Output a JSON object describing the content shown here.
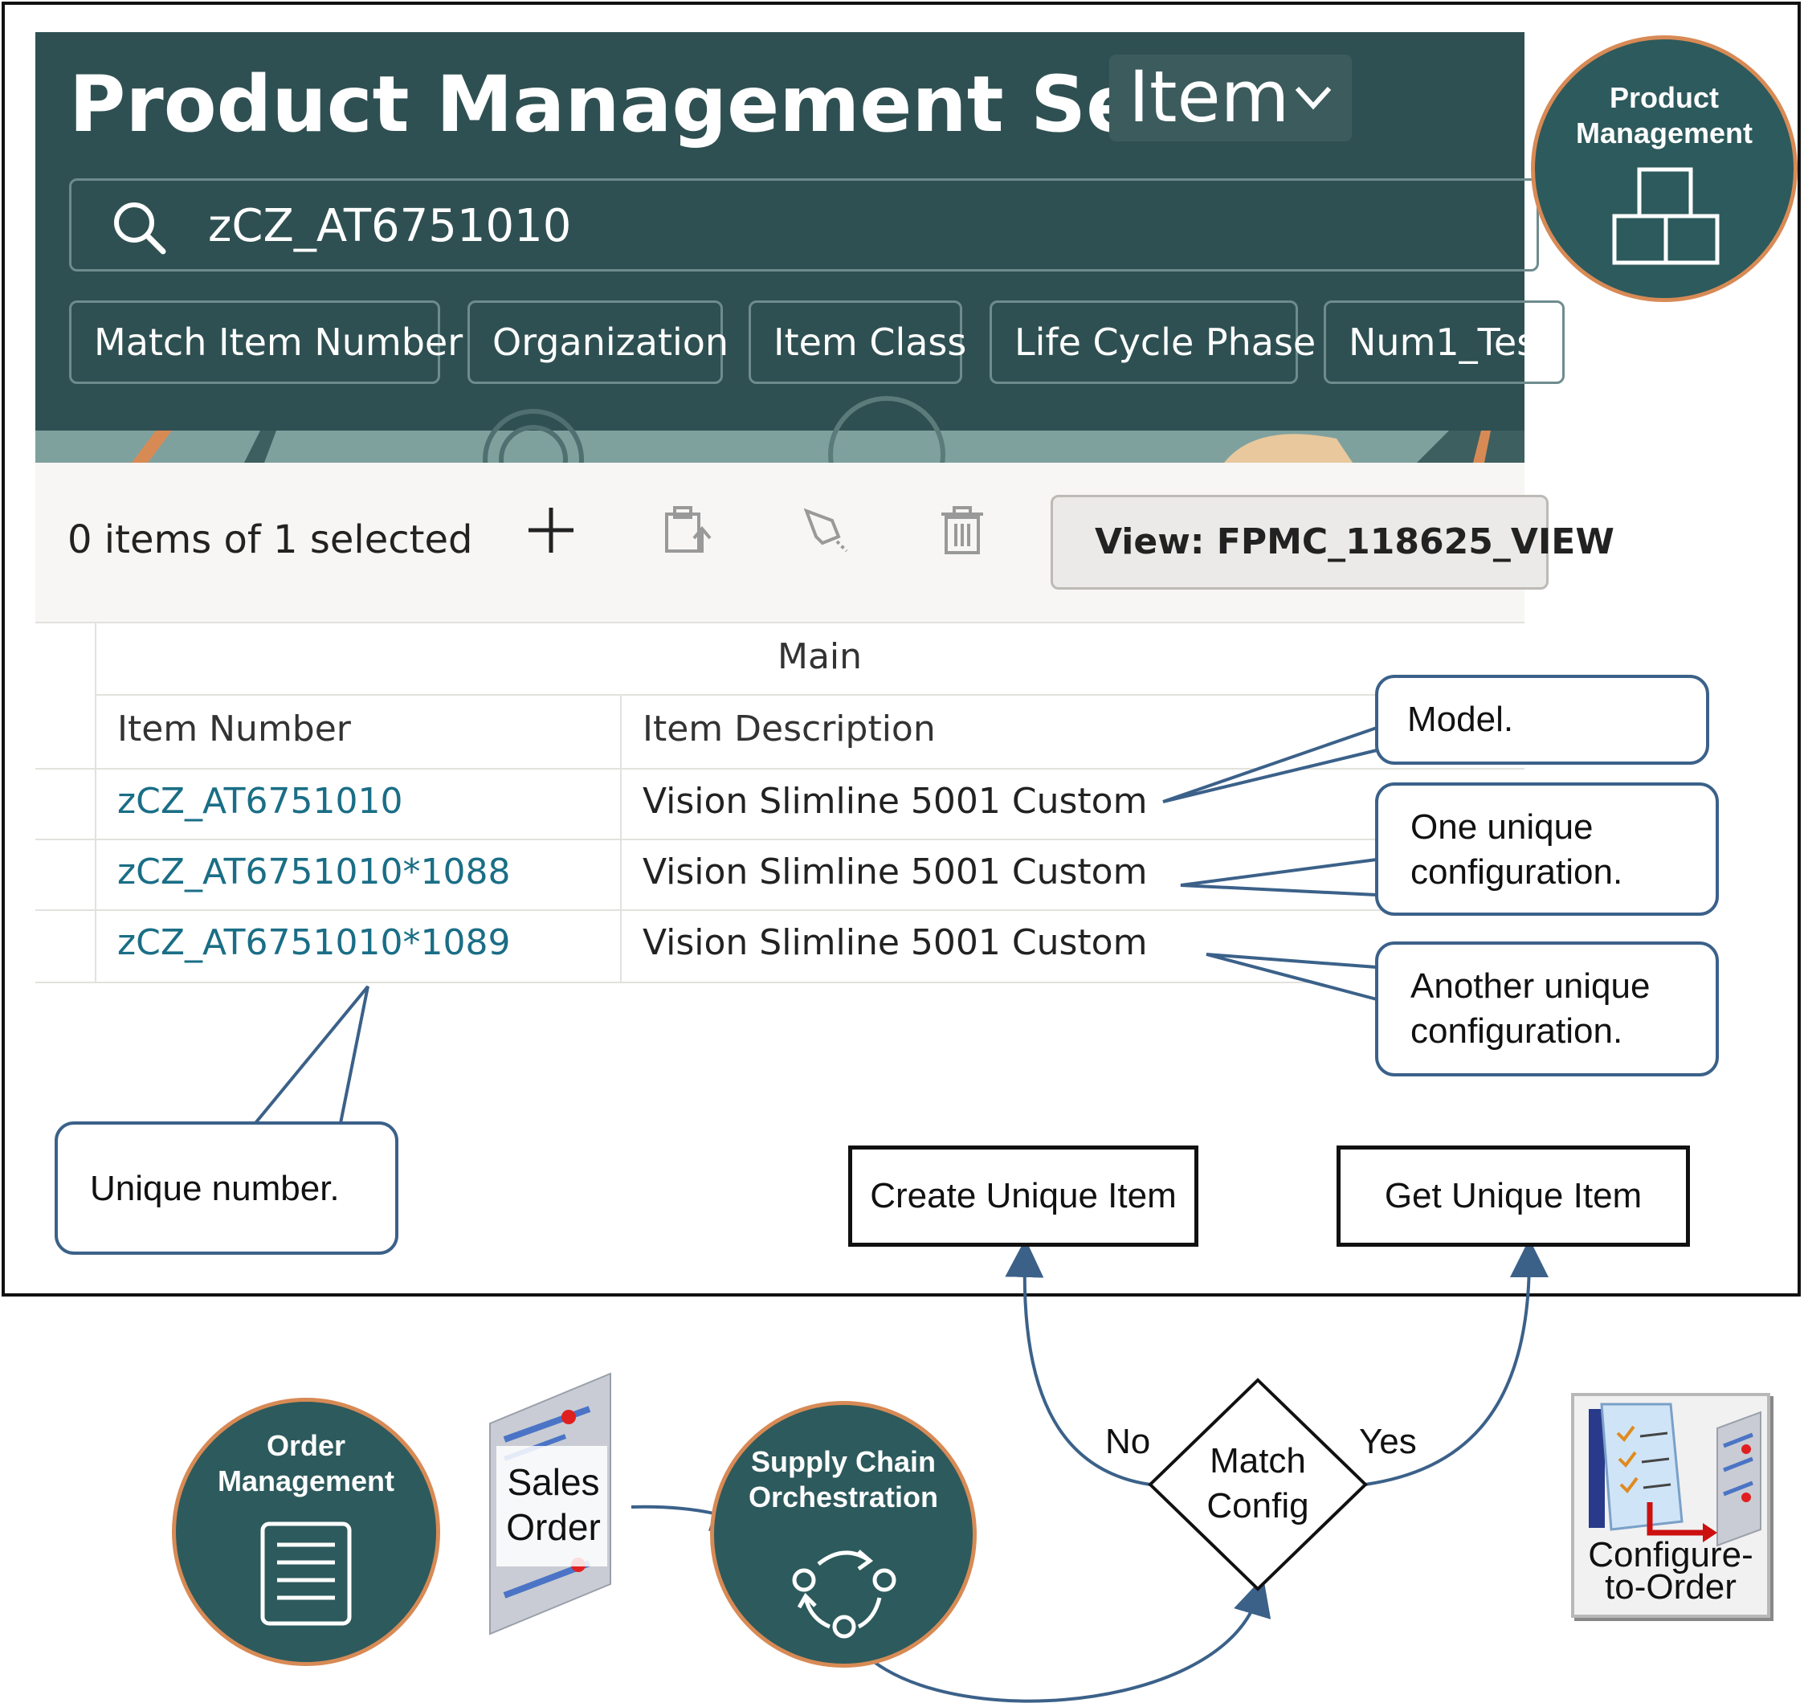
{
  "screenshot": {
    "title": "Product Management Search",
    "search_type": "Item",
    "search_value": "zCZ_AT6751010",
    "filter_chips": [
      "Match Item Number",
      "Organization",
      "Item Class",
      "Life Cycle Phase",
      "Num1_Tes"
    ],
    "selection_status": "0 items of 1 selected",
    "view_button": "View: FPMC_118625_VIEW",
    "table": {
      "group_header": "Main",
      "columns": [
        "Item Number",
        "Item Description"
      ],
      "rows": [
        {
          "item_number": "zCZ_AT6751010",
          "description": "Vision Slimline 5001 Custom"
        },
        {
          "item_number": "zCZ_AT6751010*1088",
          "description": "Vision Slimline 5001 Custom"
        },
        {
          "item_number": "zCZ_AT6751010*1089",
          "description": "Vision Slimline 5001 Custom"
        }
      ]
    }
  },
  "callouts": {
    "model": "Model.",
    "one_unique_line1": "One unique",
    "one_unique_line2": "configuration.",
    "another_unique_line1": "Another unique",
    "another_unique_line2": "configuration.",
    "unique_number": "Unique number."
  },
  "product_management": {
    "line1": "Product",
    "line2": "Management"
  },
  "flow": {
    "order_management": {
      "line1": "Order",
      "line2": "Management"
    },
    "sales_order": {
      "line1": "Sales",
      "line2": "Order"
    },
    "supply_chain": {
      "line1": "Supply Chain",
      "line2": "Orchestration"
    },
    "decision": {
      "line1": "Match",
      "line2": "Config"
    },
    "no_label": "No",
    "yes_label": "Yes",
    "create_unique_item": "Create Unique Item",
    "get_unique_item": "Get Unique Item",
    "configure_to_order": {
      "line1": "Configure-",
      "line2": "to-Order"
    }
  },
  "colors": {
    "header_bg": "#2f5052",
    "link": "#1a6e86",
    "callout_border": "#3b6189",
    "circle_fill": "#2d5a5c",
    "circle_ring": "#d88a55",
    "arrow": "#3b6189"
  }
}
